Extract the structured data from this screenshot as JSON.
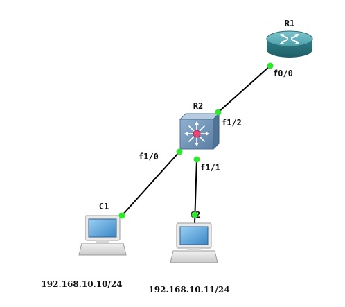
{
  "devices": {
    "r1": {
      "name": "R1",
      "kind": "router"
    },
    "r2": {
      "name": "R2",
      "kind": "multilayer-switch"
    },
    "c1": {
      "name": "C1",
      "kind": "host",
      "ip": "192.168.10.10/24"
    },
    "c2": {
      "name": "C2",
      "kind": "host",
      "ip": "192.168.10.11/24"
    }
  },
  "links": [
    {
      "from": "R1",
      "from_port": "f0/0",
      "to": "R2",
      "to_port": "f1/2"
    },
    {
      "from": "R2",
      "from_port": "f1/0",
      "to": "C1",
      "to_port": ""
    },
    {
      "from": "R2",
      "from_port": "f1/1",
      "to": "C2",
      "to_port": ""
    }
  ],
  "colors": {
    "link": "#000000",
    "port_dot": "#2ee82e",
    "router": "#3e8f9a",
    "switch": "#6b8fb3"
  }
}
